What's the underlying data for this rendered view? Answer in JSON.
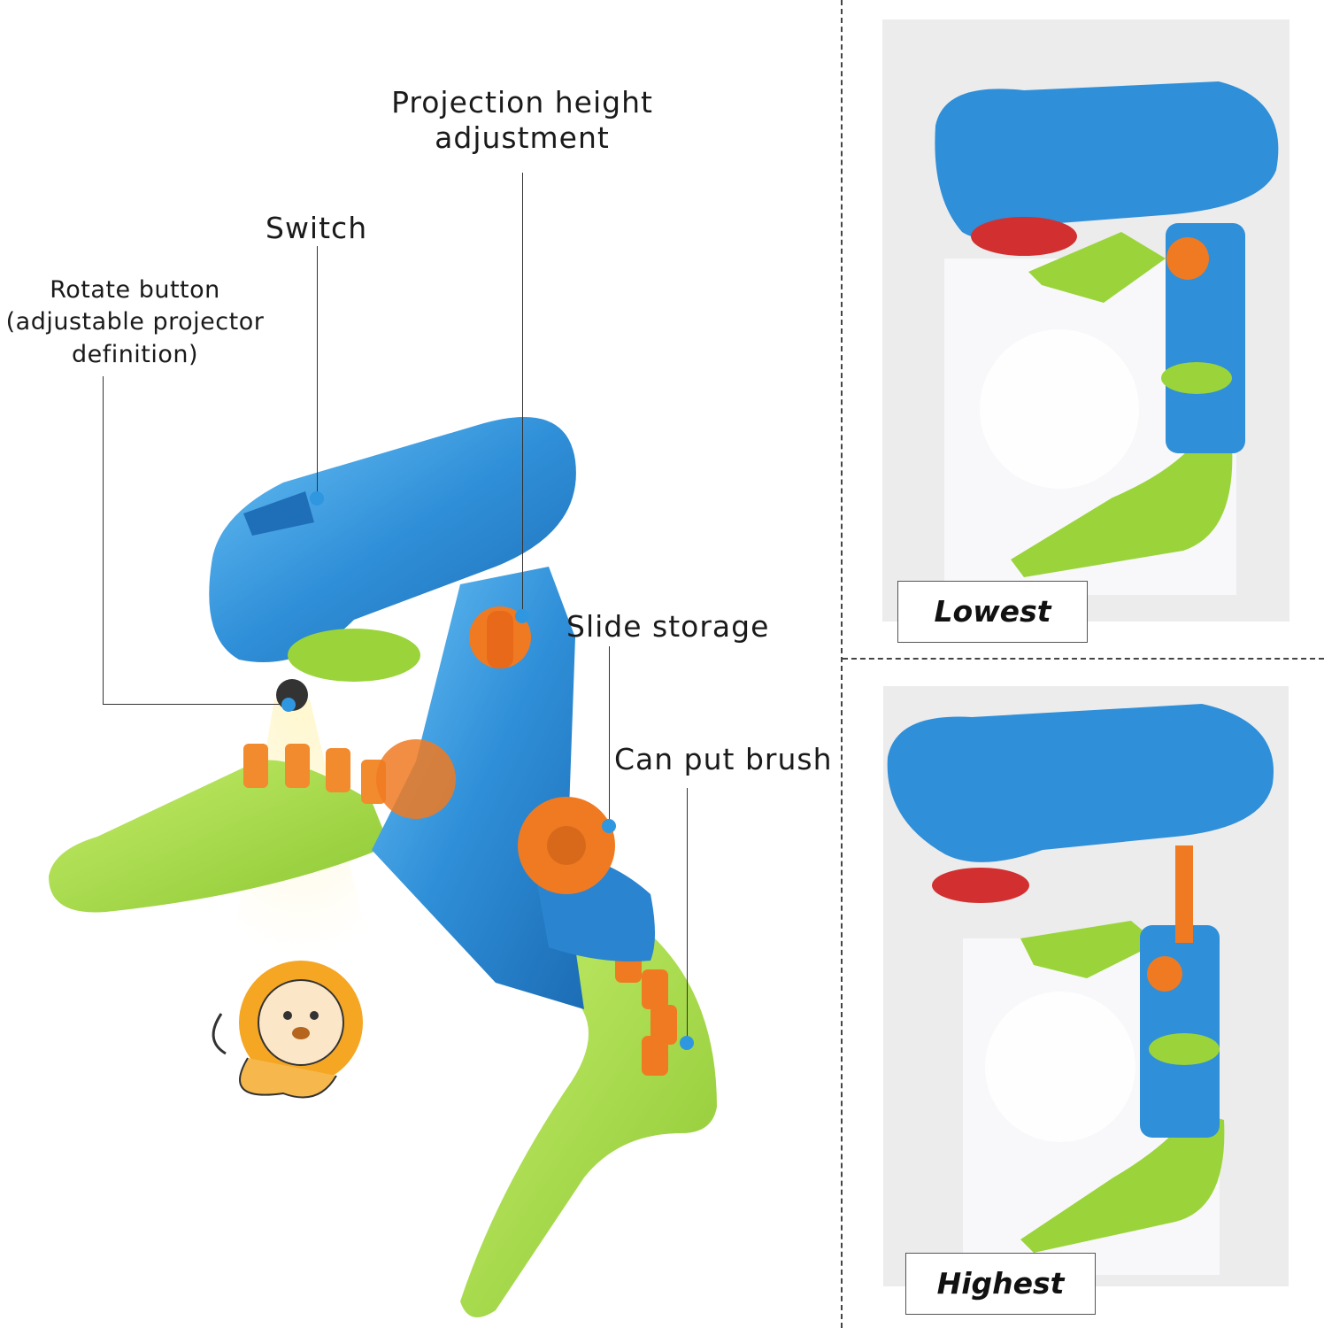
{
  "callouts": {
    "projection_height": "Projection height\nadjustment",
    "switch": "Switch",
    "rotate_button": "Rotate button\n(adjustable projector\ndefinition)",
    "slide_storage": "Slide storage",
    "can_put_brush": "Can put brush"
  },
  "panels": {
    "top_tag": "Lowest",
    "bottom_tag": "Highest"
  },
  "colors": {
    "projector_blue": "#2f8fd8",
    "base_green": "#9ad43a",
    "accent_orange": "#f07a22",
    "callout_dot": "#2f96e0"
  }
}
